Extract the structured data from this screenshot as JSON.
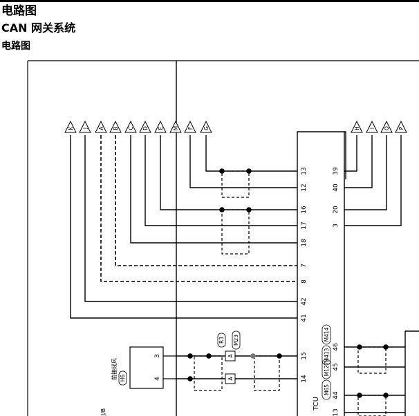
{
  "header": {
    "title": "电路图",
    "subtitle": "CAN 网关系统",
    "section": "电路图"
  },
  "diagram": {
    "connectors_left": [
      "K",
      "J",
      "A",
      "B",
      "C",
      "D",
      "E",
      "M",
      "F",
      "G"
    ],
    "connectors_right": [
      "H",
      "I",
      "O",
      "P"
    ],
    "module_left_pins": [
      "13",
      "12",
      "16",
      "17",
      "18",
      "7",
      "8",
      "42",
      "41",
      "15",
      "14"
    ],
    "module_right_pins": [
      "39",
      "40",
      "20",
      "3"
    ],
    "module_side_pins": [
      "46",
      "45",
      "44",
      "13"
    ],
    "module_name": "TCU",
    "module_connectors": [
      "M65",
      "M127",
      "M413",
      "M414"
    ],
    "relay_pins": [
      "3",
      "4"
    ],
    "relay_label": "前接线风",
    "relay_connector": "H6",
    "junction_labels": [
      "R3",
      "M23"
    ],
    "junction_letters": [
      "A",
      "A"
    ],
    "partial_label": "J/B"
  }
}
